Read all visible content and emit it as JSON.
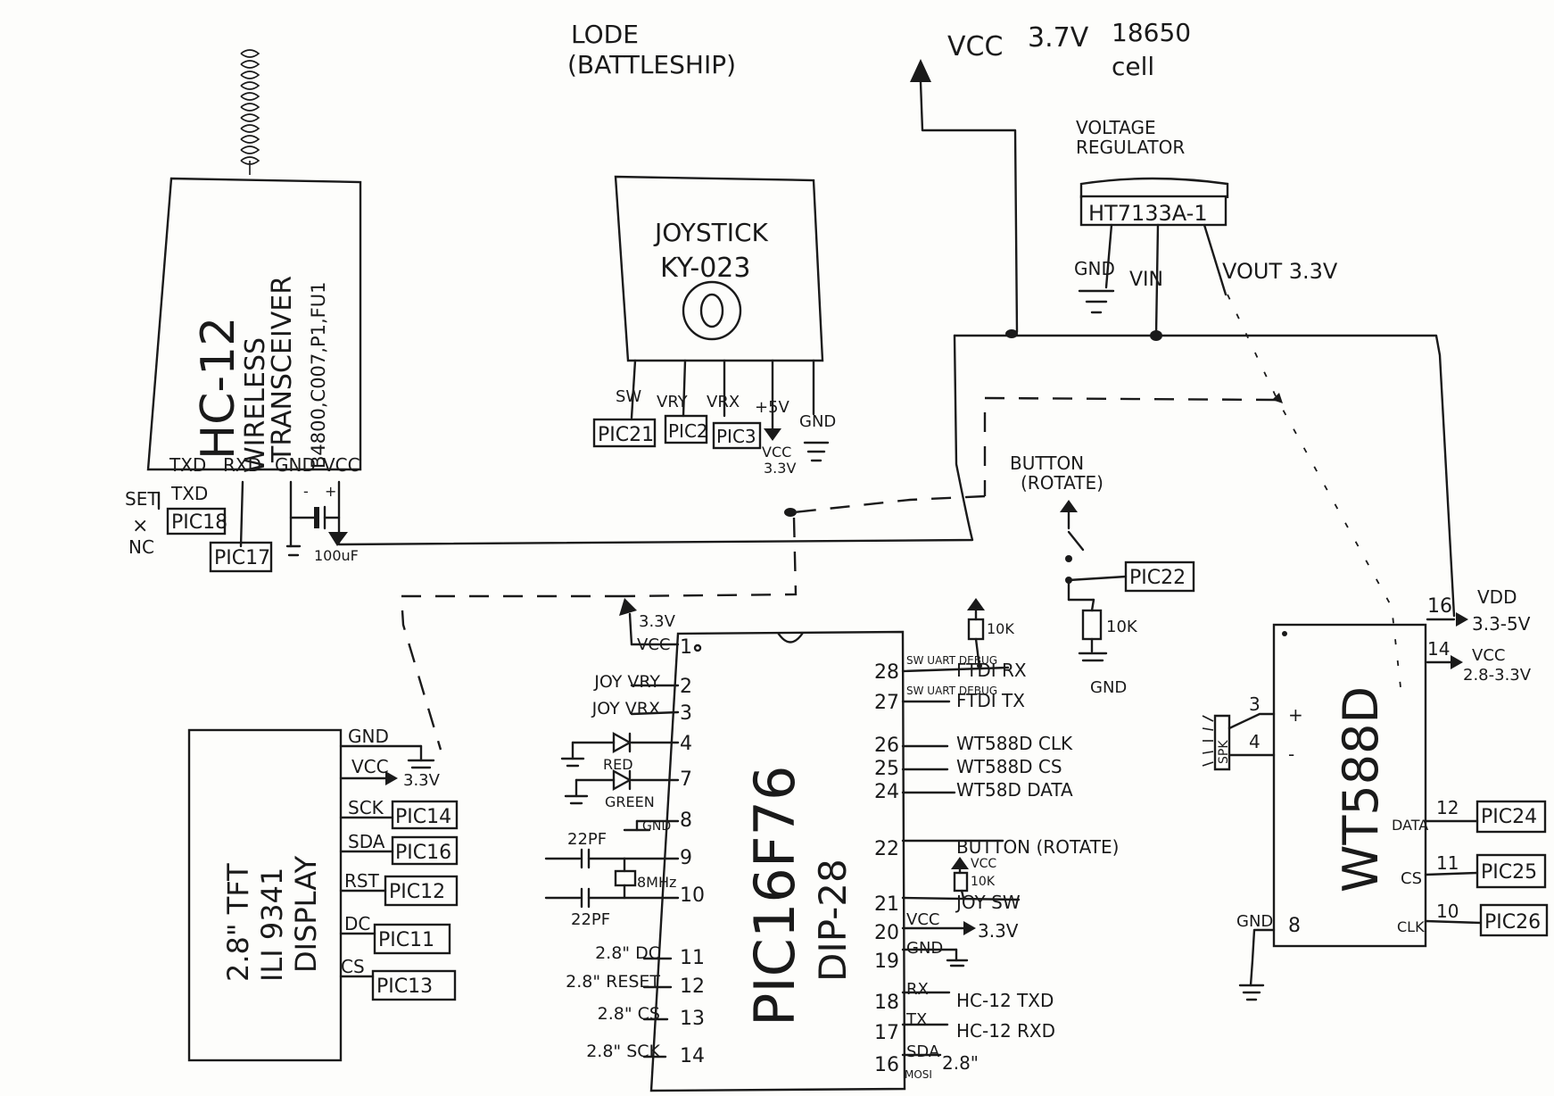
{
  "title": {
    "line1": "LODE",
    "line2": "(BATTLESHIP)"
  },
  "power": {
    "vcc": "VCC",
    "volt": "3.7V",
    "cell": "18650",
    "cell2": "cell"
  },
  "regulator": {
    "label1": "VOLTAGE",
    "label2": "REGULATOR",
    "part": "HT7133A-1",
    "gnd": "GND",
    "vin": "VIN",
    "vout": "VOUT 3.3V"
  },
  "hc12": {
    "title": "HC-12",
    "sub1": "WIRELESS",
    "sub2": "TRANSCEIVER",
    "sub3": "B4800,C007,P1,FU1",
    "pins": [
      "TXD",
      "RXD",
      "GND",
      "VCC"
    ],
    "set": "SET",
    "nc": "NC",
    "x": "×",
    "txd": "TXD",
    "pic18": "PIC18",
    "pic17": "PIC17",
    "cap": "100uF",
    "minus": "-",
    "plus": "+"
  },
  "joystick": {
    "title": "JOYSTICK",
    "model": "KY-023",
    "pins": [
      "SW",
      "VRY",
      "VRX",
      "+5V",
      "GND"
    ],
    "pic21": "PIC21",
    "pic2": "PIC2",
    "pic3": "PIC3",
    "vcc": "VCC",
    "v33": "3.3V"
  },
  "button": {
    "label1": "BUTTON",
    "label2": "(ROTATE)",
    "pic22": "PIC22",
    "res": "10K",
    "gnd": "GND"
  },
  "tft": {
    "line1": "2.8\" TFT",
    "line2": "ILI 9341",
    "line3": "DISPLAY",
    "pins": [
      "GND",
      "VCC",
      "SCK",
      "SDA",
      "RST",
      "DC",
      "CS"
    ],
    "v33": "3.3V",
    "pics": [
      "PIC14",
      "PIC16",
      "PIC12",
      "PIC11",
      "PIC13"
    ]
  },
  "pic": {
    "title": "PIC16F76",
    "pkg": "DIP-28",
    "v33": "3.3V",
    "vcc": "VCC",
    "left": [
      {
        "num": "1",
        "label": ""
      },
      {
        "num": "2",
        "label": "JOY VRY"
      },
      {
        "num": "3",
        "label": "JOY VRX"
      },
      {
        "num": "4",
        "label": ""
      },
      {
        "num": "7",
        "label": ""
      },
      {
        "num": "8",
        "label": ""
      },
      {
        "num": "9",
        "label": ""
      },
      {
        "num": "10",
        "label": ""
      },
      {
        "num": "11",
        "label": "2.8\" DC"
      },
      {
        "num": "12",
        "label": "2.8\" RESET"
      },
      {
        "num": "13",
        "label": "2.8\" CS"
      },
      {
        "num": "14",
        "label": "2.8\" SCK"
      }
    ],
    "right": [
      {
        "num": "28",
        "tag": "SW UART DEBUG",
        "label": "FTDI RX"
      },
      {
        "num": "27",
        "tag": "SW UART DEBUG",
        "label": "FTDI TX"
      },
      {
        "num": "26",
        "tag": "",
        "label": "WT588D CLK"
      },
      {
        "num": "25",
        "tag": "",
        "label": "WT588D CS"
      },
      {
        "num": "24",
        "tag": "",
        "label": "WT58D DATA"
      },
      {
        "num": "22",
        "tag": "",
        "label": "BUTTON (ROTATE)"
      },
      {
        "num": "21",
        "tag": "",
        "label": "JOY SW"
      },
      {
        "num": "20",
        "tag": "VCC",
        "label": "3.3V"
      },
      {
        "num": "19",
        "tag": "GND",
        "label": ""
      },
      {
        "num": "18",
        "tag": "RX",
        "label": "HC-12 TXD"
      },
      {
        "num": "17",
        "tag": "TX",
        "label": "HC-12 RXD"
      },
      {
        "num": "16",
        "tag": "SDA",
        "label": "2.8\""
      }
    ],
    "mosi": "MOSI",
    "red": "RED",
    "green": "GREEN",
    "gnd": "GND",
    "cap22": "22PF",
    "xtal": "8MHz",
    "r10k": "10K",
    "vcc2": "VCC"
  },
  "wt588": {
    "title": "WT588D",
    "vdd": "VDD",
    "vdd_v": "3.3-5V",
    "vcc": "VCC",
    "vcc_v": "2.8-3.3V",
    "spk": "SPK",
    "plus": "+",
    "minus": "-",
    "gnd": "GND",
    "pins": {
      "p16": "16",
      "p14": "14",
      "p3": "3",
      "p4": "4",
      "p12": "12",
      "p11": "11",
      "p10": "10",
      "p8": "8"
    },
    "data": "DATA",
    "cs": "CS",
    "clk": "CLK",
    "pic24": "PIC24",
    "pic25": "PIC25",
    "pic26": "PIC26"
  }
}
